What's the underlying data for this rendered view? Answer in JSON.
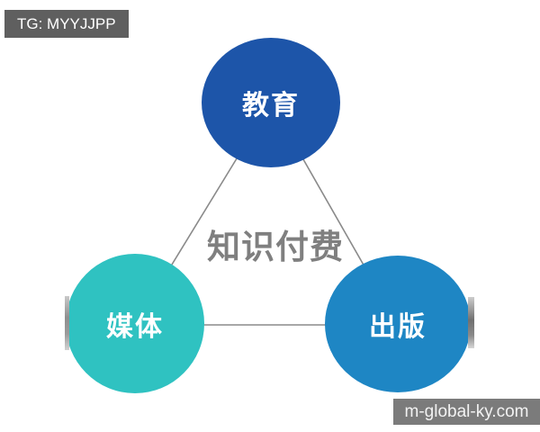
{
  "badges": {
    "tg_label": "TG: MYYJJPP",
    "watermark": "m-global-ky.com"
  },
  "diagram": {
    "center_label": "知识付费",
    "center_label_color": "#7f7f7f",
    "line_color": "#8a8a8a",
    "nodes": [
      {
        "label": "教育",
        "position": "top",
        "color": "#1d55a9"
      },
      {
        "label": "媒体",
        "position": "bottom-left",
        "color": "#2fc2c1"
      },
      {
        "label": "出版",
        "position": "bottom-right",
        "color": "#1e86c4"
      }
    ]
  }
}
